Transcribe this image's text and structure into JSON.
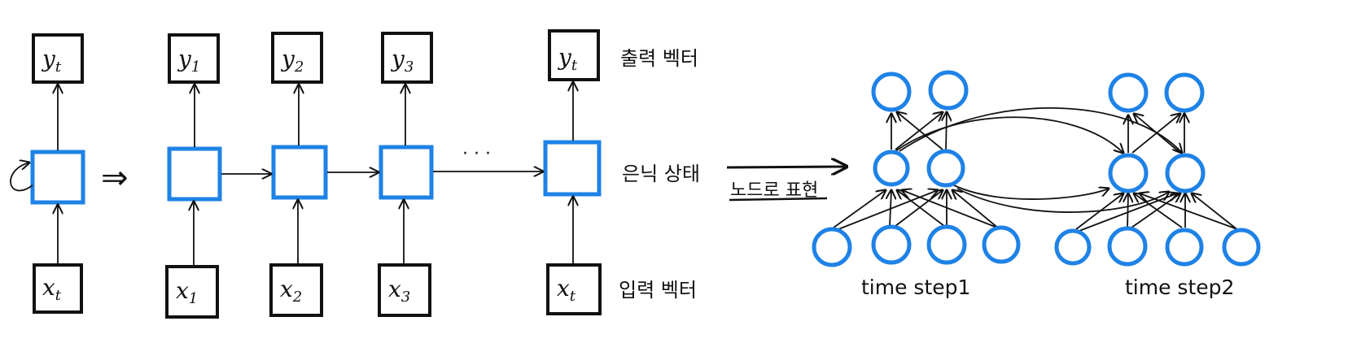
{
  "rnn_folded": {
    "output": "y",
    "output_sub": "t",
    "input": "x",
    "input_sub": "t"
  },
  "unrolled_outputs": [
    {
      "base": "y",
      "sub": "1"
    },
    {
      "base": "y",
      "sub": "2"
    },
    {
      "base": "y",
      "sub": "3"
    },
    {
      "base": "y",
      "sub": "t"
    }
  ],
  "unrolled_inputs": [
    {
      "base": "x",
      "sub": "1"
    },
    {
      "base": "x",
      "sub": "2"
    },
    {
      "base": "x",
      "sub": "3"
    },
    {
      "base": "x",
      "sub": "t"
    }
  ],
  "ellipsis": "· · ·",
  "implies": "⇒",
  "annotations": {
    "output_vector": "출력 벡터",
    "hidden_state": "은닉 상태",
    "input_vector": "입력 벡터",
    "node_representation": "노드로 표현"
  },
  "timesteps": [
    "time step1",
    "time step2"
  ],
  "colors": {
    "accent": "#1e82e6",
    "ink": "#111111"
  }
}
